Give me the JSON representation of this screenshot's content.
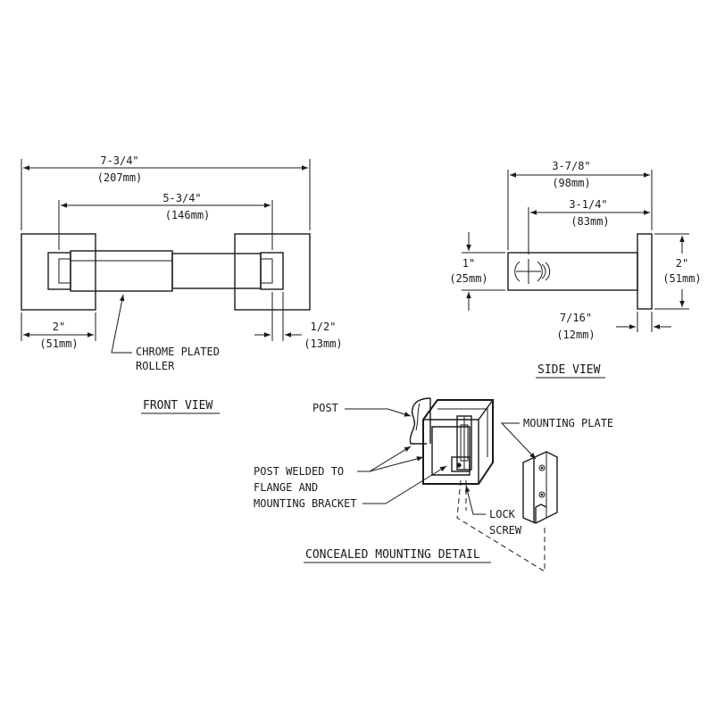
{
  "front_view": {
    "overall_width": "7-3/4\"",
    "overall_width_mm": "(207mm)",
    "post_spacing": "5-3/4\"",
    "post_spacing_mm": "(146mm)",
    "flange_width": "2\"",
    "flange_width_mm": "(51mm)",
    "post_offset": "1/2\"",
    "post_offset_mm": "(13mm)",
    "roller_label_line1": "CHROME PLATED",
    "roller_label_line2": "ROLLER",
    "title": "FRONT VIEW"
  },
  "side_view": {
    "projection": "3-7/8\"",
    "projection_mm": "(98mm)",
    "post_length": "3-1/4\"",
    "post_length_mm": "(83mm)",
    "roller_height": "1\"",
    "roller_height_mm": "(25mm)",
    "flange_height": "2\"",
    "flange_height_mm": "(51mm)",
    "flange_thickness": "7/16\"",
    "flange_thickness_mm": "(12mm)",
    "title": "SIDE VIEW"
  },
  "detail": {
    "post_label": "POST",
    "mounting_plate_label": "MOUNTING PLATE",
    "welded_line1": "POST WELDED TO",
    "welded_line2": "FLANGE AND",
    "welded_line3": "MOUNTING BRACKET",
    "lock_line1": "LOCK",
    "lock_line2": "SCREW",
    "title": "CONCEALED MOUNTING DETAIL"
  }
}
